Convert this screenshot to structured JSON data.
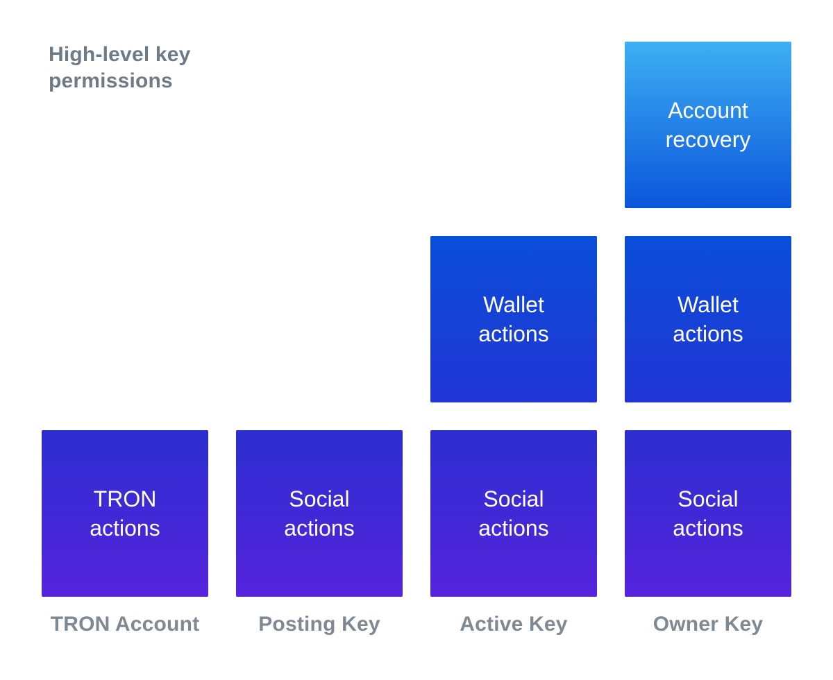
{
  "title": {
    "text": "High-level key permissions",
    "color": "#6e7b86"
  },
  "colors": {
    "recovery_top": "#3daff2",
    "recovery_bottom": "#0b55dc",
    "wallet_top": "#0a4ed8",
    "wallet_bottom": "#2135d5",
    "social_top": "#2c2ed1",
    "social_bottom": "#5523dc",
    "tron_top": "#2c2ed1",
    "tron_bottom": "#5523dc",
    "box_text": "#ffffff",
    "column_label_text": "#7e8994"
  },
  "columns": [
    {
      "label": "TRON Account",
      "boxes": [
        {
          "text": "TRON actions",
          "variant": "tron"
        }
      ]
    },
    {
      "label": "Posting Key",
      "boxes": [
        {
          "text": "Social actions",
          "variant": "social"
        }
      ]
    },
    {
      "label": "Active Key",
      "boxes": [
        {
          "text": "Wallet actions",
          "variant": "wallet"
        },
        {
          "text": "Social actions",
          "variant": "social"
        }
      ]
    },
    {
      "label": "Owner Key",
      "boxes": [
        {
          "text": "Account recovery",
          "variant": "recovery"
        },
        {
          "text": "Wallet actions",
          "variant": "wallet"
        },
        {
          "text": "Social actions",
          "variant": "social"
        }
      ]
    }
  ]
}
